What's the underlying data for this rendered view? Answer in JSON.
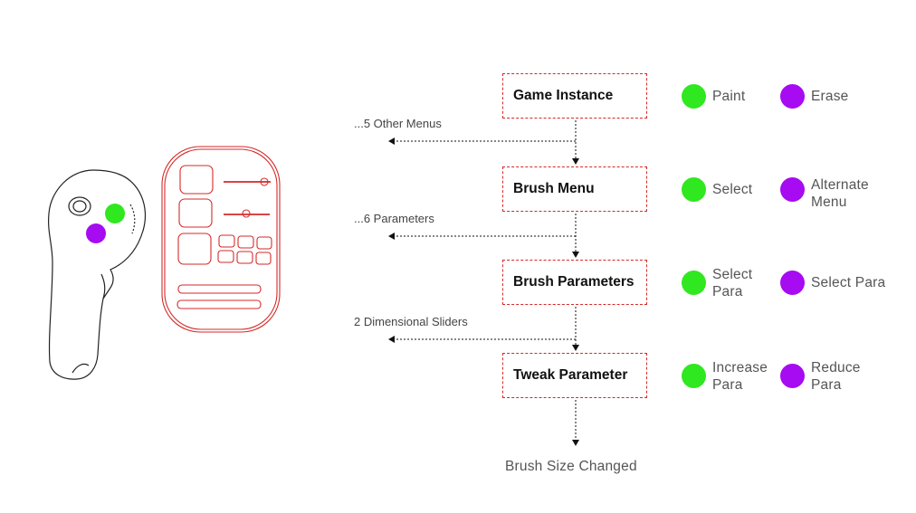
{
  "colors": {
    "green": "#2fe81f",
    "purple": "#a60bf1",
    "box_border": "#d42a2a",
    "remote_outline": "#d42a2a"
  },
  "illustrations": {
    "controller": "vr-controller-outline",
    "remote": "menu-remote-outline"
  },
  "flow": {
    "steps": [
      {
        "label": "Game Instance",
        "green_action": "Paint",
        "purple_action": "Erase"
      },
      {
        "label": "Brush Menu",
        "green_action": "Select",
        "purple_action": "Alternate Menu"
      },
      {
        "label": "Brush Parameters",
        "green_action": "Select Para",
        "purple_action": "Select Para"
      },
      {
        "label": "Tweak Parameter",
        "green_action": "Increase Para",
        "purple_action": "Reduce Para"
      }
    ],
    "branches": [
      "...5 Other Menus",
      "...6 Parameters",
      "2 Dimensional Sliders"
    ],
    "end_label": "Brush Size Changed"
  }
}
